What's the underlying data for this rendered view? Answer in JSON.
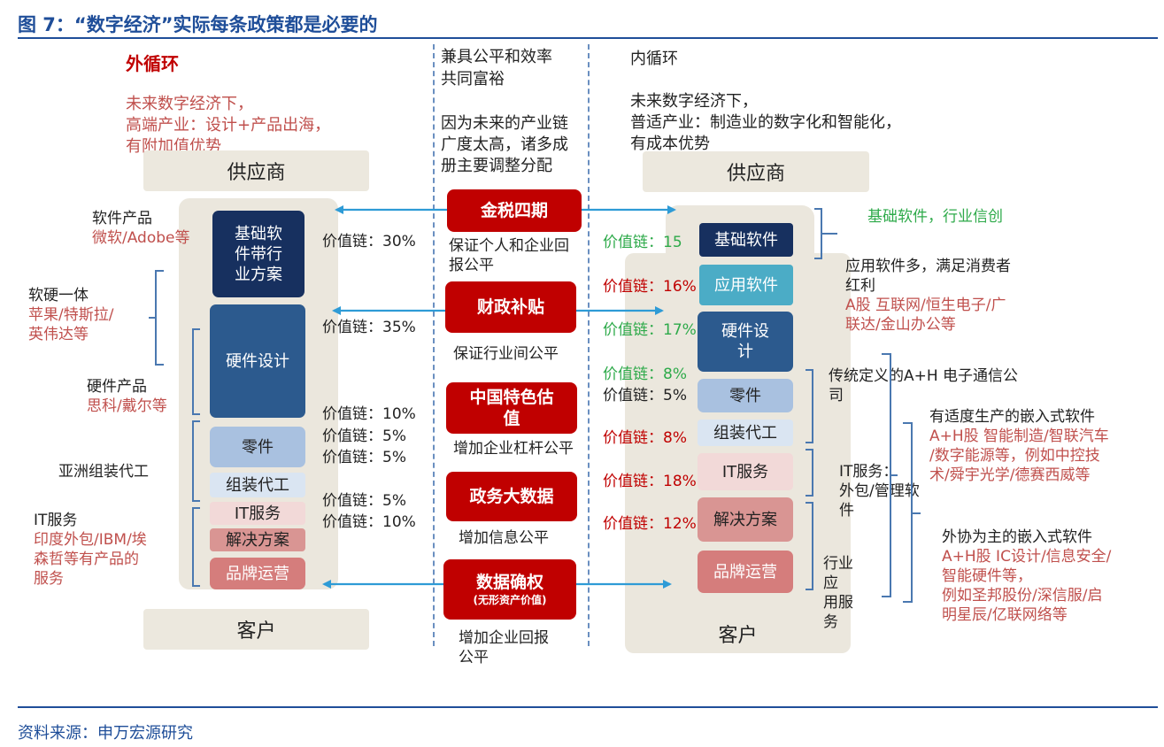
{
  "title": "图 7：“数字经济”实际每条政策都是必要的",
  "source": "资料来源：申万宏源研究",
  "colors": {
    "title_blue": "#1f4e99",
    "policy_red": "#c00000",
    "note_red": "#c0504d",
    "chain_green": "#2eaa4a",
    "arrow_blue": "#2e9bd6"
  },
  "left": {
    "heading": "外循环",
    "desc": [
      "未来数字经济下，",
      "高端产业：设计+产品出海，",
      "有附加值优势"
    ],
    "supplier": "供应商",
    "customer": "客户",
    "blocks": [
      "基础软件带行业方案",
      "硬件设计",
      "零件",
      "组装代工",
      "IT服务",
      "解决方案",
      "品牌运营"
    ],
    "labels": [
      {
        "title": "软件产品",
        "sub": [
          "微软/Adobe等"
        ]
      },
      {
        "title": "软硬一体",
        "sub": [
          "苹果/特斯拉/",
          "英伟达等"
        ]
      },
      {
        "title": "硬件产品",
        "sub": [
          "思科/戴尔等"
        ]
      },
      {
        "title": "亚洲组装代工",
        "sub": []
      },
      {
        "title": "IT服务",
        "sub": [
          "印度外包/IBM/埃",
          "森哲等有产品的",
          "服务"
        ]
      }
    ],
    "value_chain": [
      "价值链：30%",
      "价值链：35%",
      "价值链：10%",
      "价值链：5%",
      "价值链：5%",
      "价值链：5%",
      "价值链：10%"
    ]
  },
  "middle": {
    "heading": [
      "兼具公平和效率",
      "共同富裕"
    ],
    "desc": [
      "因为未来的产业链",
      "广度太高，诸多成",
      "册主要调整分配"
    ],
    "policies": [
      {
        "name": "金税四期",
        "sub": "",
        "note": [
          "保证个人和企业回",
          "报公平"
        ]
      },
      {
        "name": "财政补贴",
        "sub": "",
        "note": [
          "保证行业间公平"
        ]
      },
      {
        "name": "中国特色估值",
        "sub": "",
        "note": [
          "增加企业杠杆公平"
        ]
      },
      {
        "name": "政务大数据",
        "sub": "",
        "note": [
          "增加信息公平"
        ]
      },
      {
        "name": "数据确权",
        "sub": "(无形资产价值)",
        "note": [
          "增加企业回报",
          "公平"
        ]
      }
    ]
  },
  "right": {
    "heading": "内循环",
    "desc": [
      "未来数字经济下，",
      "普适产业：制造业的数字化和智能化，",
      "有成本优势"
    ],
    "supplier": "供应商",
    "customer": "客户",
    "blocks": [
      "基础软件",
      "应用软件",
      "硬件设计",
      "零件",
      "组装代工",
      "IT服务",
      "解决方案",
      "品牌运营"
    ],
    "value_chain": [
      "价值链：15",
      "价值链：16%",
      "价值链：17%",
      "价值链：8%",
      "价值链：5%",
      "价值链：8%",
      "价值链：18%",
      "价值链：12%"
    ],
    "notes": {
      "basic_sw": "基础软件，行业信创",
      "app_sw_title": [
        "应用软件多，满足消费者",
        "红利"
      ],
      "app_sw_sub": [
        "A股 互联网/恒生电子/广",
        "联达/金山办公等"
      ],
      "trad": [
        "传统定义的A+H 电子通信公",
        "司"
      ],
      "embedded1_title": "有适度生产的嵌入式软件",
      "embedded1_sub": [
        "A+H股 智能制造/智联汽车",
        "/数字能源等，例如中控技",
        "术/舜宇光学/德赛西威等"
      ],
      "it_service": [
        "IT服务：",
        "外包/管理软",
        "件"
      ],
      "industry_app": [
        "行业",
        "应",
        "用服",
        "务"
      ],
      "embedded2_title": "外协为主的嵌入式软件",
      "embedded2_sub": [
        "A+H股  IC设计/信息安全/",
        "智能硬件等，",
        "例如圣邦股份/深信服/启",
        "明星辰/亿联网络等"
      ]
    }
  }
}
